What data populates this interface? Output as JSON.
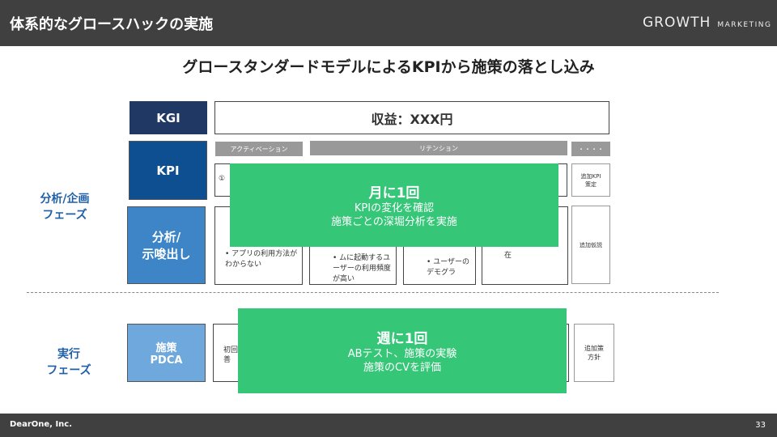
{
  "header": {
    "title": "体系的なグロースハックの実施",
    "logo": "GROWTH",
    "logo_sub": "MARKETING"
  },
  "slide_title": "グロースタンダードモデルによるKPIから施策の落とし込み",
  "phases": {
    "planning": [
      "分析/企画",
      "フェーズ"
    ],
    "execution": [
      "実行",
      "フェーズ"
    ]
  },
  "rows": {
    "kgi": "KGI",
    "kgi_value": "収益：XXX円",
    "kpi": "KPI",
    "analysis": [
      "分析/",
      "示唆出し"
    ],
    "pdca": [
      "施策",
      "PDCA"
    ]
  },
  "tabs": [
    "アクティベーション",
    "リテンション",
    "・・・・"
  ],
  "kpi_cell_marker": "①",
  "extra": {
    "kpi": [
      "追加KPI",
      "策定"
    ],
    "hypothesis": "追加仮説",
    "policy": [
      "追加策",
      "方針"
    ]
  },
  "analysis_cells": [
    {
      "bullets": [
        "アプリの利用方法がわからない"
      ]
    },
    {
      "bullets": [
        "ムに起動するユーザーの利用頻度が高い"
      ]
    },
    {
      "bullets": [
        "ユーザーのデモグラ"
      ]
    },
    {
      "text": "在"
    }
  ],
  "pdca_cell": [
    "初回",
    "善"
  ],
  "monthly": {
    "heading": "月に1回",
    "lines": [
      "KPIの変化を確認",
      "施策ごとの深堀分析を実施"
    ]
  },
  "weekly": {
    "heading": "週に1回",
    "lines": [
      "ABテスト、施策の実験",
      "施策のCVを評価"
    ]
  },
  "footer": {
    "company": "DearOne, Inc.",
    "page": "33"
  }
}
